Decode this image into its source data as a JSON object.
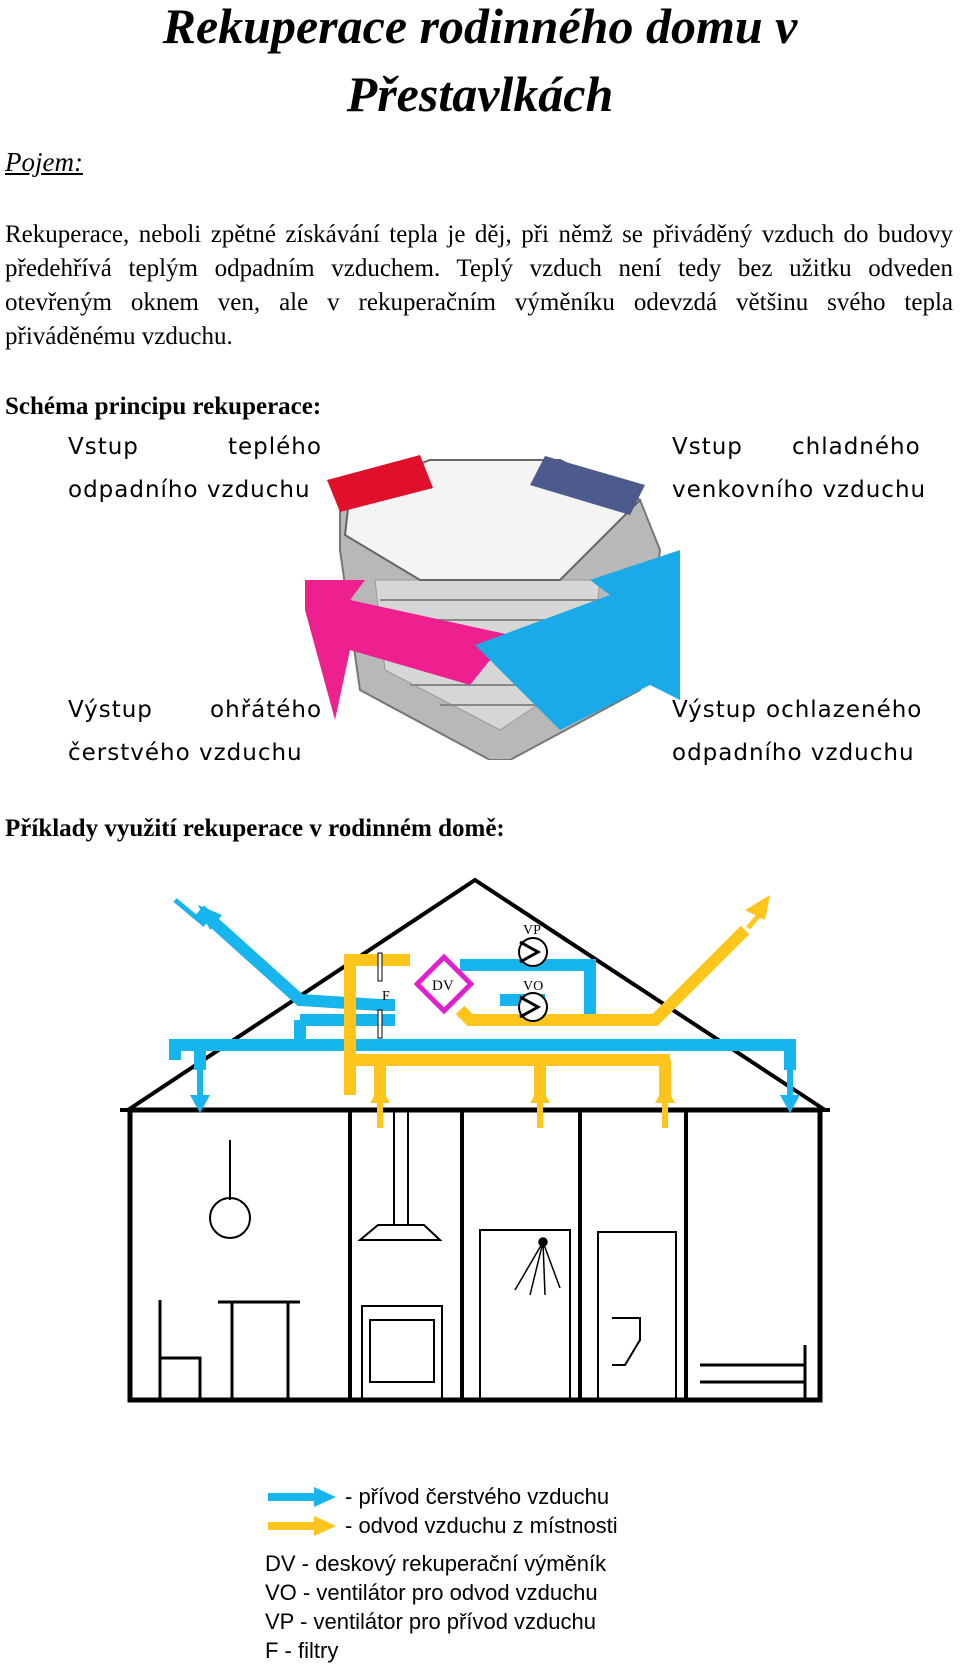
{
  "title": {
    "line1": "Rekuperace rodinného domu v",
    "line2": "Přestavlkách"
  },
  "pojem": "Pojem:",
  "paragraph": "Rekuperace, neboli zpětné získávání tepla je děj, při němž se přiváděný vzduch do budovy předehřívá teplým odpadním vzduchem. Teplý vzduch není tedy bez užitku odveden otevřeným oknem ven, ale v rekuperačním výměníku odevzdá většinu svého tepla přiváděnému vzduchu.",
  "schema_heading": "Schéma principu rekuperace:",
  "schema": {
    "tl1": "Vstup",
    "tl2": "teplého",
    "tl3": "odpadního vzduchu",
    "tr1": "Vstup",
    "tr2": "chladného",
    "tr3": "venkovního vzduchu",
    "bl1": "Výstup",
    "bl2": "ohřátého",
    "bl3": "čerstvého vzduchu",
    "br1": "Výstup",
    "br2": "ochlazeného",
    "br3": "odpadního vzduchu",
    "colors": {
      "red": "#e0102a",
      "navy": "#4d5a8c",
      "magenta": "#ee1f8f",
      "cyan": "#1aaae8"
    }
  },
  "examples_heading": "Příklady využití rekuperace v rodinném domě:",
  "house": {
    "vp": "VP",
    "vo": "VO",
    "dv": "DV",
    "f": "F",
    "colors": {
      "blue": "#17b5ee",
      "yellow": "#ffc51c",
      "magenta": "#e020d0"
    }
  },
  "legend": {
    "supply": "- přívod čerstvého vzduchu",
    "exhaust": "- odvod vzduchu z místnosti",
    "dv": "DV - deskový rekuperační výměník",
    "vo": "VO - ventilátor pro odvod vzduchu",
    "vp": "VP - ventilátor pro přívod vzduchu",
    "f": "F - filtry"
  }
}
